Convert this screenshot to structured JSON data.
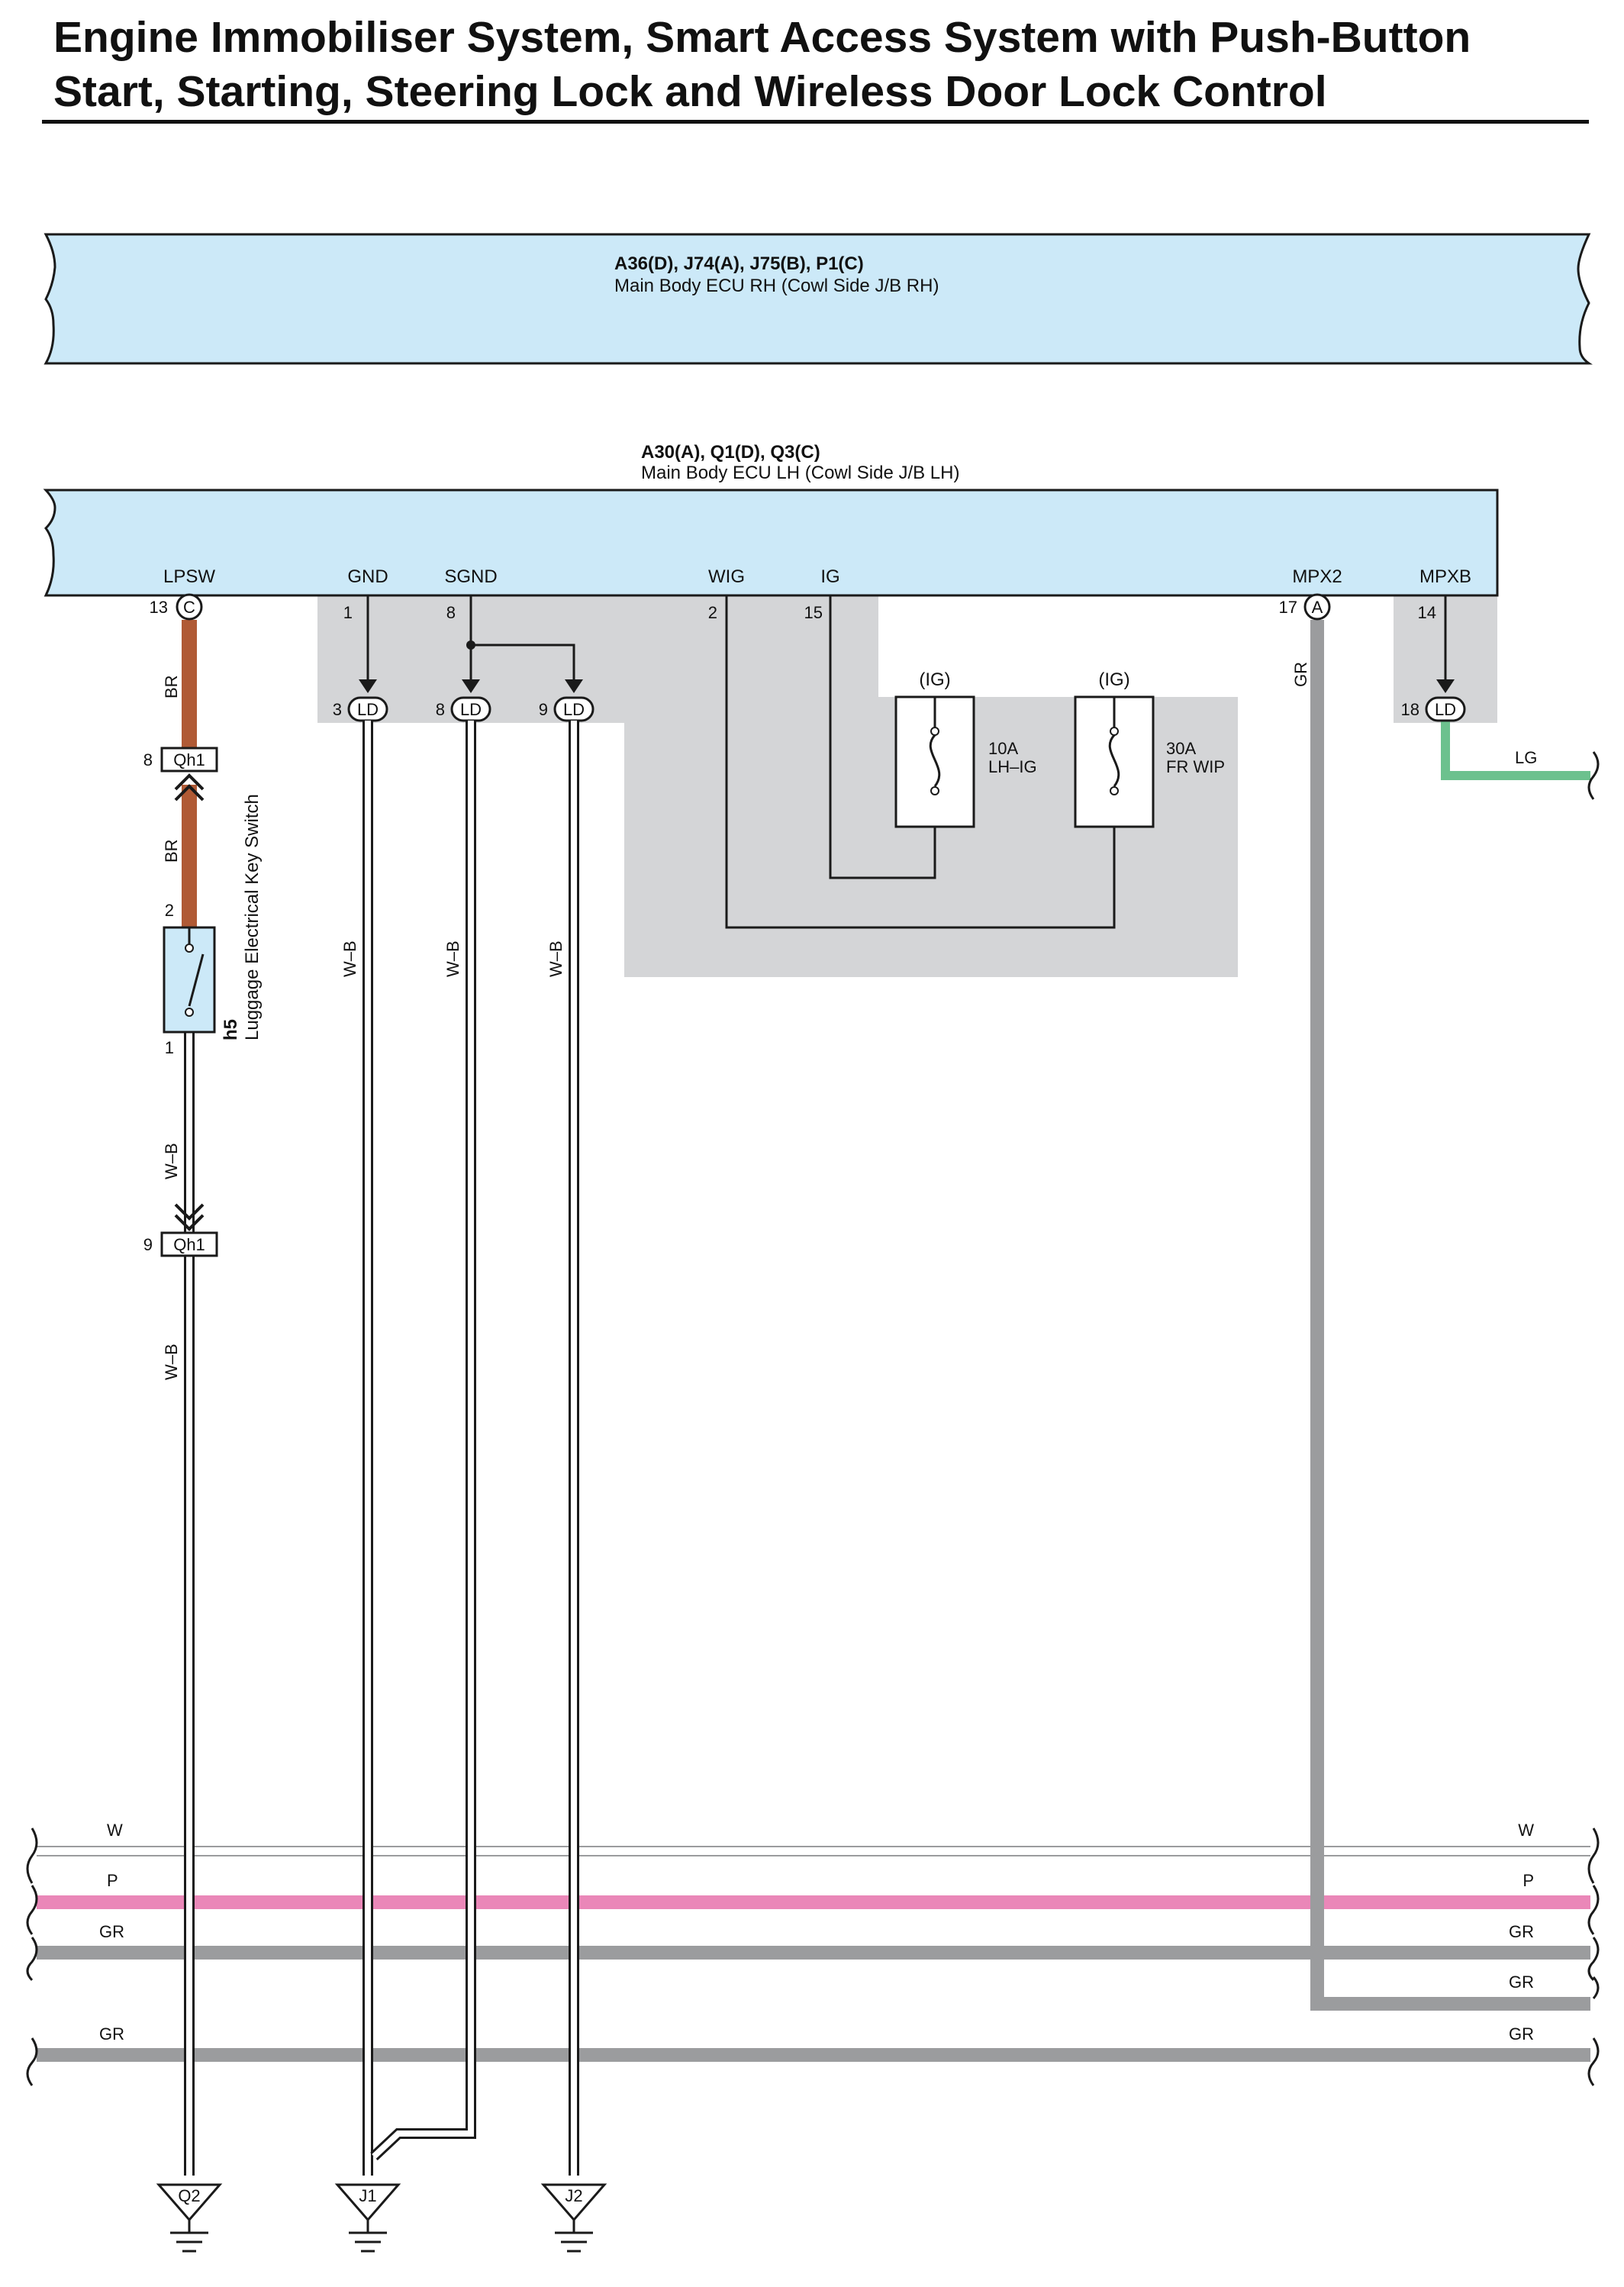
{
  "title_line1": "Engine Immobiliser System, Smart Access System with Push-Button",
  "title_line2": "Start, Starting, Steering Lock and Wireless Door Lock Control",
  "colors": {
    "ecu_fill": "#cce9f8",
    "jb_fill": "#d4d5d7",
    "br": "#b05a35",
    "lg": "#6cc18e",
    "p": "#ea87b8",
    "gr": "#9b9c9e"
  },
  "ecu_rh": {
    "code": "A36(D), J74(A), J75(B), P1(C)",
    "name": "Main Body ECU RH (Cowl Side J/B RH)"
  },
  "ecu_lh": {
    "code": "A30(A), Q1(D), Q3(C)",
    "name": "Main Body ECU LH (Cowl Side J/B LH)",
    "terminals": {
      "lpsw": "LPSW",
      "gnd": "GND",
      "sgnd": "SGND",
      "wig": "WIG",
      "ig": "IG",
      "mpx2": "MPX2",
      "mpxb": "MPXB"
    }
  },
  "pins": {
    "lpsw": "13",
    "lpsw_conn": "C",
    "gnd": "1",
    "sgnd": "8",
    "wig": "2",
    "ig": "15",
    "mpx2": "17",
    "mpx2_conn": "A",
    "mpxb": "14",
    "ld_gnd": "3",
    "ld_sgnd": "8",
    "ld_sgnd2": "9",
    "ld_mpxb": "18"
  },
  "ld_label": "LD",
  "fuses": [
    {
      "supply": "(IG)",
      "rating": "10A",
      "name": "LH–IG"
    },
    {
      "supply": "(IG)",
      "rating": "30A",
      "name": "FR WIP"
    }
  ],
  "connector_qh1": {
    "name": "Qh1",
    "pin_top": "8",
    "pin_bottom": "9"
  },
  "switch": {
    "code": "h5",
    "name": "Luggage Electrical Key Switch",
    "pin_top": "2",
    "pin_bottom": "1"
  },
  "wire_labels": {
    "br1": "BR",
    "br2": "BR",
    "wb_lpsw1": "W–B",
    "wb_lpsw2": "W–B",
    "wb_gnd": "W–B",
    "wb_sgnd1": "W–B",
    "wb_sgnd2": "W–B",
    "gr_mpx2": "GR",
    "lg": "LG"
  },
  "buses": [
    {
      "left": "W",
      "right": "W"
    },
    {
      "left": "P",
      "right": "P"
    },
    {
      "left": "GR",
      "right": "GR"
    },
    {
      "left": "",
      "right": "GR"
    },
    {
      "left": "GR",
      "right": "GR"
    }
  ],
  "grounds": [
    "Q2",
    "J1",
    "J2"
  ]
}
